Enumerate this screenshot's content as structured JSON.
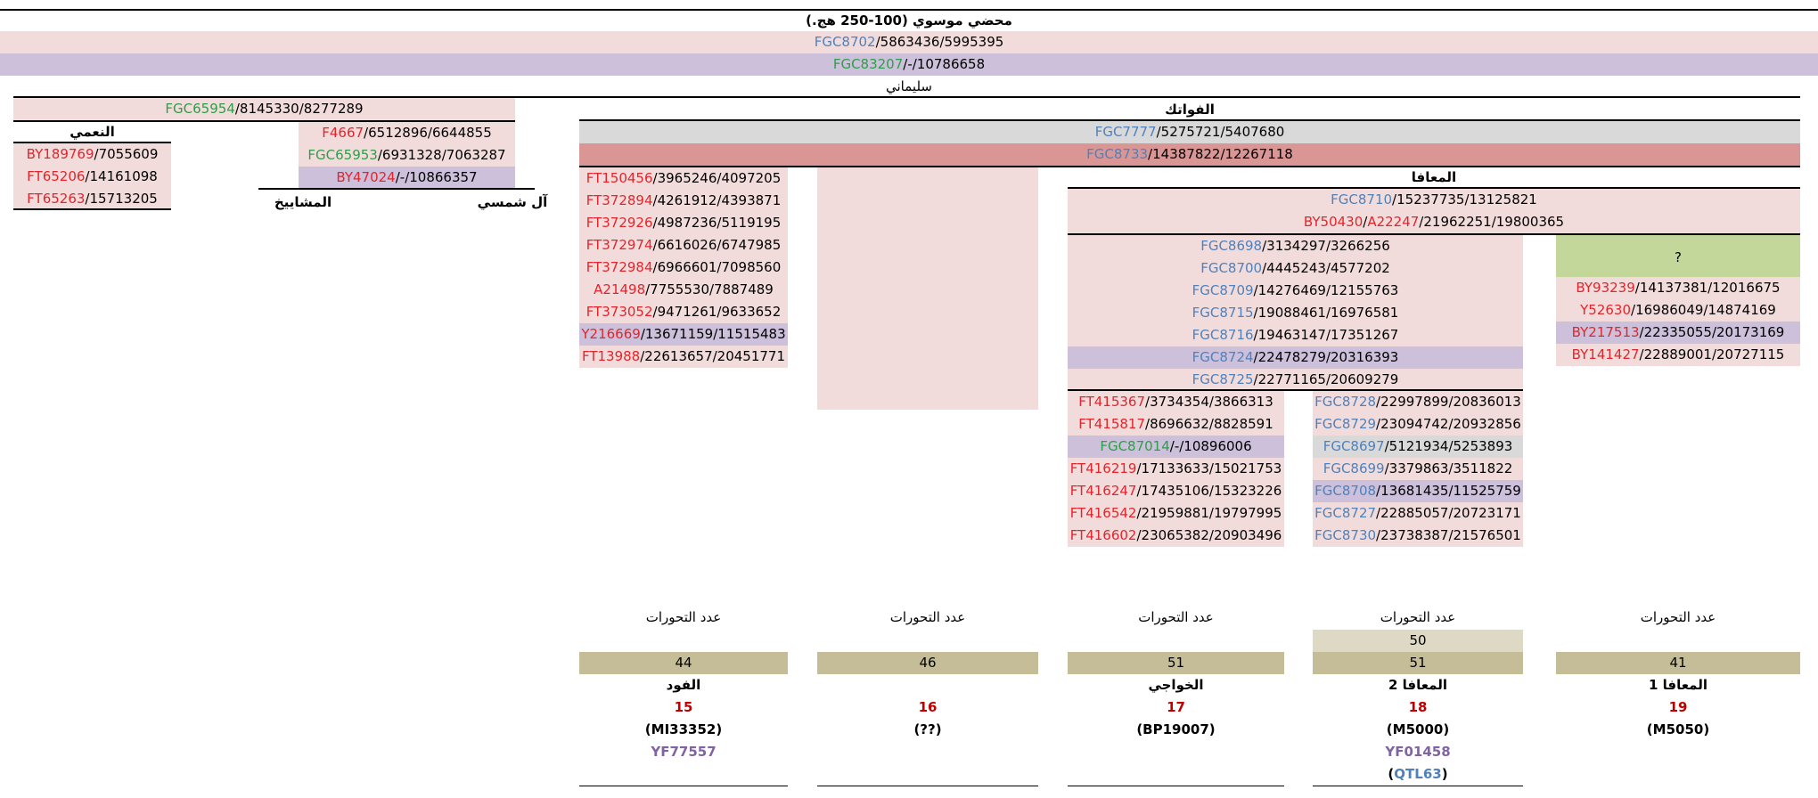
{
  "top": {
    "title": "محضي موسوي (100-250 هج.)",
    "row1": {
      "snp": "FGC8702",
      "rest": "/5863436/5995395"
    },
    "row2": {
      "snp": "FGC83207",
      "rest": "/-/10786658"
    },
    "label": "سليماني"
  },
  "left": {
    "top_row": {
      "snp": "FGC65954",
      "rest": "/8145330/8277289"
    },
    "naimi": {
      "title": "النعمي",
      "rows": [
        {
          "snp": "BY189769",
          "rest": "/7055609"
        },
        {
          "snp": "FT65206",
          "rest": "/14161098"
        },
        {
          "snp": "FT65263",
          "rest": "/15713205"
        }
      ]
    },
    "mid": {
      "rows": [
        {
          "snp": "F4667",
          "rest": "/6512896/6644855"
        },
        {
          "snp": "FGC65953",
          "rest": "/6931328/7063287"
        },
        {
          "snp": "BY47024",
          "rest": "/-/10866357"
        }
      ],
      "label_shams": "آل شمسي",
      "label_mashayikh": "المشاييخ"
    }
  },
  "fawatik": {
    "title": "الفواتك",
    "row1": {
      "snp": "FGC7777",
      "rest": "/5275721/5407680"
    },
    "row2": {
      "snp": "FGC8733",
      "rest": "/14387822/12267118"
    }
  },
  "col_fuwd": {
    "rows": [
      {
        "snp": "FT150456",
        "rest": "/3965246/4097205"
      },
      {
        "snp": "FT372894",
        "rest": "/4261912/4393871"
      },
      {
        "snp": "FT372926",
        "rest": "/4987236/5119195"
      },
      {
        "snp": "FT372974",
        "rest": "/6616026/6747985"
      },
      {
        "snp": "FT372984",
        "rest": "/6966601/7098560"
      },
      {
        "snp": "A21498",
        "rest": "/7755530/7887489"
      },
      {
        "snp": "FT373052",
        "rest": "/9471261/9633652"
      },
      {
        "snp": "Y216669",
        "rest": "/13671159/11515483"
      },
      {
        "snp": "FT13988",
        "rest": "/22613657/20451771"
      }
    ]
  },
  "muafa": {
    "title": "المعافا",
    "row1": {
      "snp": "FGC8710",
      "rest": "/15237735/13125821"
    },
    "row2": {
      "snp1": "BY50430",
      "snp2": "A22247",
      "rest": "/21962251/19800365"
    },
    "inner": [
      {
        "snp": "FGC8698",
        "rest": "/3134297/3266256"
      },
      {
        "snp": "FGC8700",
        "rest": "/4445243/4577202"
      },
      {
        "snp": "FGC8709",
        "rest": "/14276469/12155763"
      },
      {
        "snp": "FGC8715",
        "rest": "/19088461/16976581"
      },
      {
        "snp": "FGC8716",
        "rest": "/19463147/17351267"
      },
      {
        "snp": "FGC8724",
        "rest": "/22478279/20316393"
      },
      {
        "snp": "FGC8725",
        "rest": "/22771165/20609279"
      }
    ],
    "khawaji": [
      {
        "snp": "FT415367",
        "rest": "/3734354/3866313"
      },
      {
        "snp": "FT415817",
        "rest": "/8696632/8828591"
      },
      {
        "snp": "FGC87014",
        "rest": "/-/10896006"
      },
      {
        "snp": "FT416219",
        "rest": "/17133633/15021753"
      },
      {
        "snp": "FT416247",
        "rest": "/17435106/15323226"
      },
      {
        "snp": "FT416542",
        "rest": "/21959881/19797995"
      },
      {
        "snp": "FT416602",
        "rest": "/23065382/20903496"
      }
    ],
    "muafa2": [
      {
        "snp": "FGC8728",
        "rest": "/22997899/20836013"
      },
      {
        "snp": "FGC8729",
        "rest": "/23094742/20932856"
      },
      {
        "snp": "FGC8697",
        "rest": "/5121934/5253893"
      },
      {
        "snp": "FGC8699",
        "rest": "/3379863/3511822"
      },
      {
        "snp": "FGC8708",
        "rest": "/13681435/11525759"
      },
      {
        "snp": "FGC8727",
        "rest": "/22885057/20723171"
      },
      {
        "snp": "FGC8730",
        "rest": "/23738387/21576501"
      }
    ],
    "muafa1": {
      "q": "?",
      "rows": [
        {
          "snp": "BY93239",
          "rest": "/14137381/12016675"
        },
        {
          "snp": "Y52630",
          "rest": "/16986049/14874169"
        },
        {
          "snp": "BY217513",
          "rest": "/22335055/20173169"
        },
        {
          "snp": "BY141427",
          "rest": "/22889001/20727115"
        }
      ]
    }
  },
  "footer": {
    "mutations_label": "عدد التحورات",
    "col15": {
      "count": "44",
      "name": "الفود",
      "num": "15",
      "code": "(MI33352)",
      "extra": "YF77557"
    },
    "col16": {
      "count": "46",
      "name": "",
      "num": "16",
      "code": "(??)"
    },
    "col17": {
      "count": "51",
      "name": "الخواجي",
      "num": "17",
      "code": "(BP19007)"
    },
    "col18": {
      "count_top": "50",
      "count": "51",
      "name": "المعافا 2",
      "num": "18",
      "code": "(M5000)",
      "extra": "YF01458",
      "extra2_open": "(",
      "extra2": "QTL63",
      "extra2_close": ")"
    },
    "col19": {
      "count": "41",
      "name": "المعافا 1",
      "num": "19",
      "code": "(M5050)"
    }
  },
  "colors": {
    "pink": "#f2dcdb",
    "lavender": "#ccc0da",
    "gray": "#d9d9d9",
    "rose": "#da9694",
    "olive": "#c4bd97",
    "beige": "#ddd9c4",
    "lime": "#c4d79b",
    "snp_red": "#e3242b",
    "snp_blue": "#4f81bd",
    "snp_green": "#2e9e48"
  }
}
